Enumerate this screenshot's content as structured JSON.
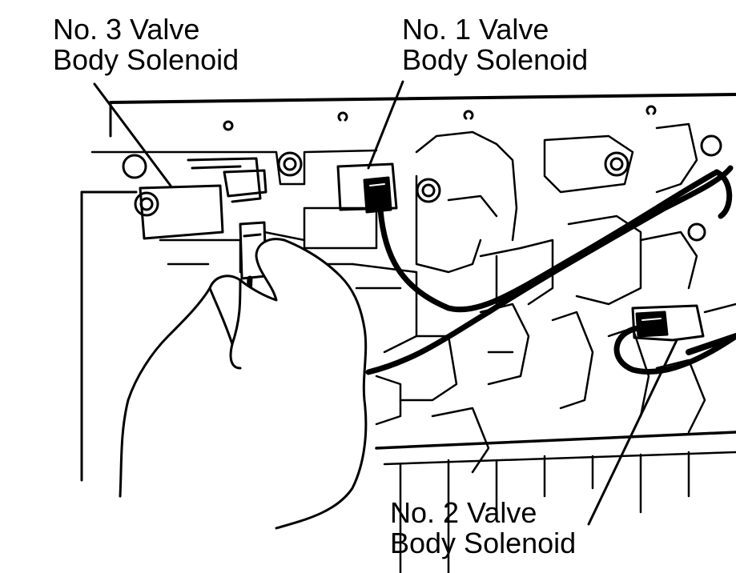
{
  "labels": {
    "solenoid_3": {
      "line1": "No. 3 Valve",
      "line2": "Body Solenoid"
    },
    "solenoid_1": {
      "line1": "No. 1 Valve",
      "line2": "Body Solenoid"
    },
    "solenoid_2": {
      "line1": "No. 2 Valve",
      "line2": "Body Solenoid"
    }
  },
  "colors": {
    "ink": "#000000",
    "paper": "#ffffff"
  }
}
